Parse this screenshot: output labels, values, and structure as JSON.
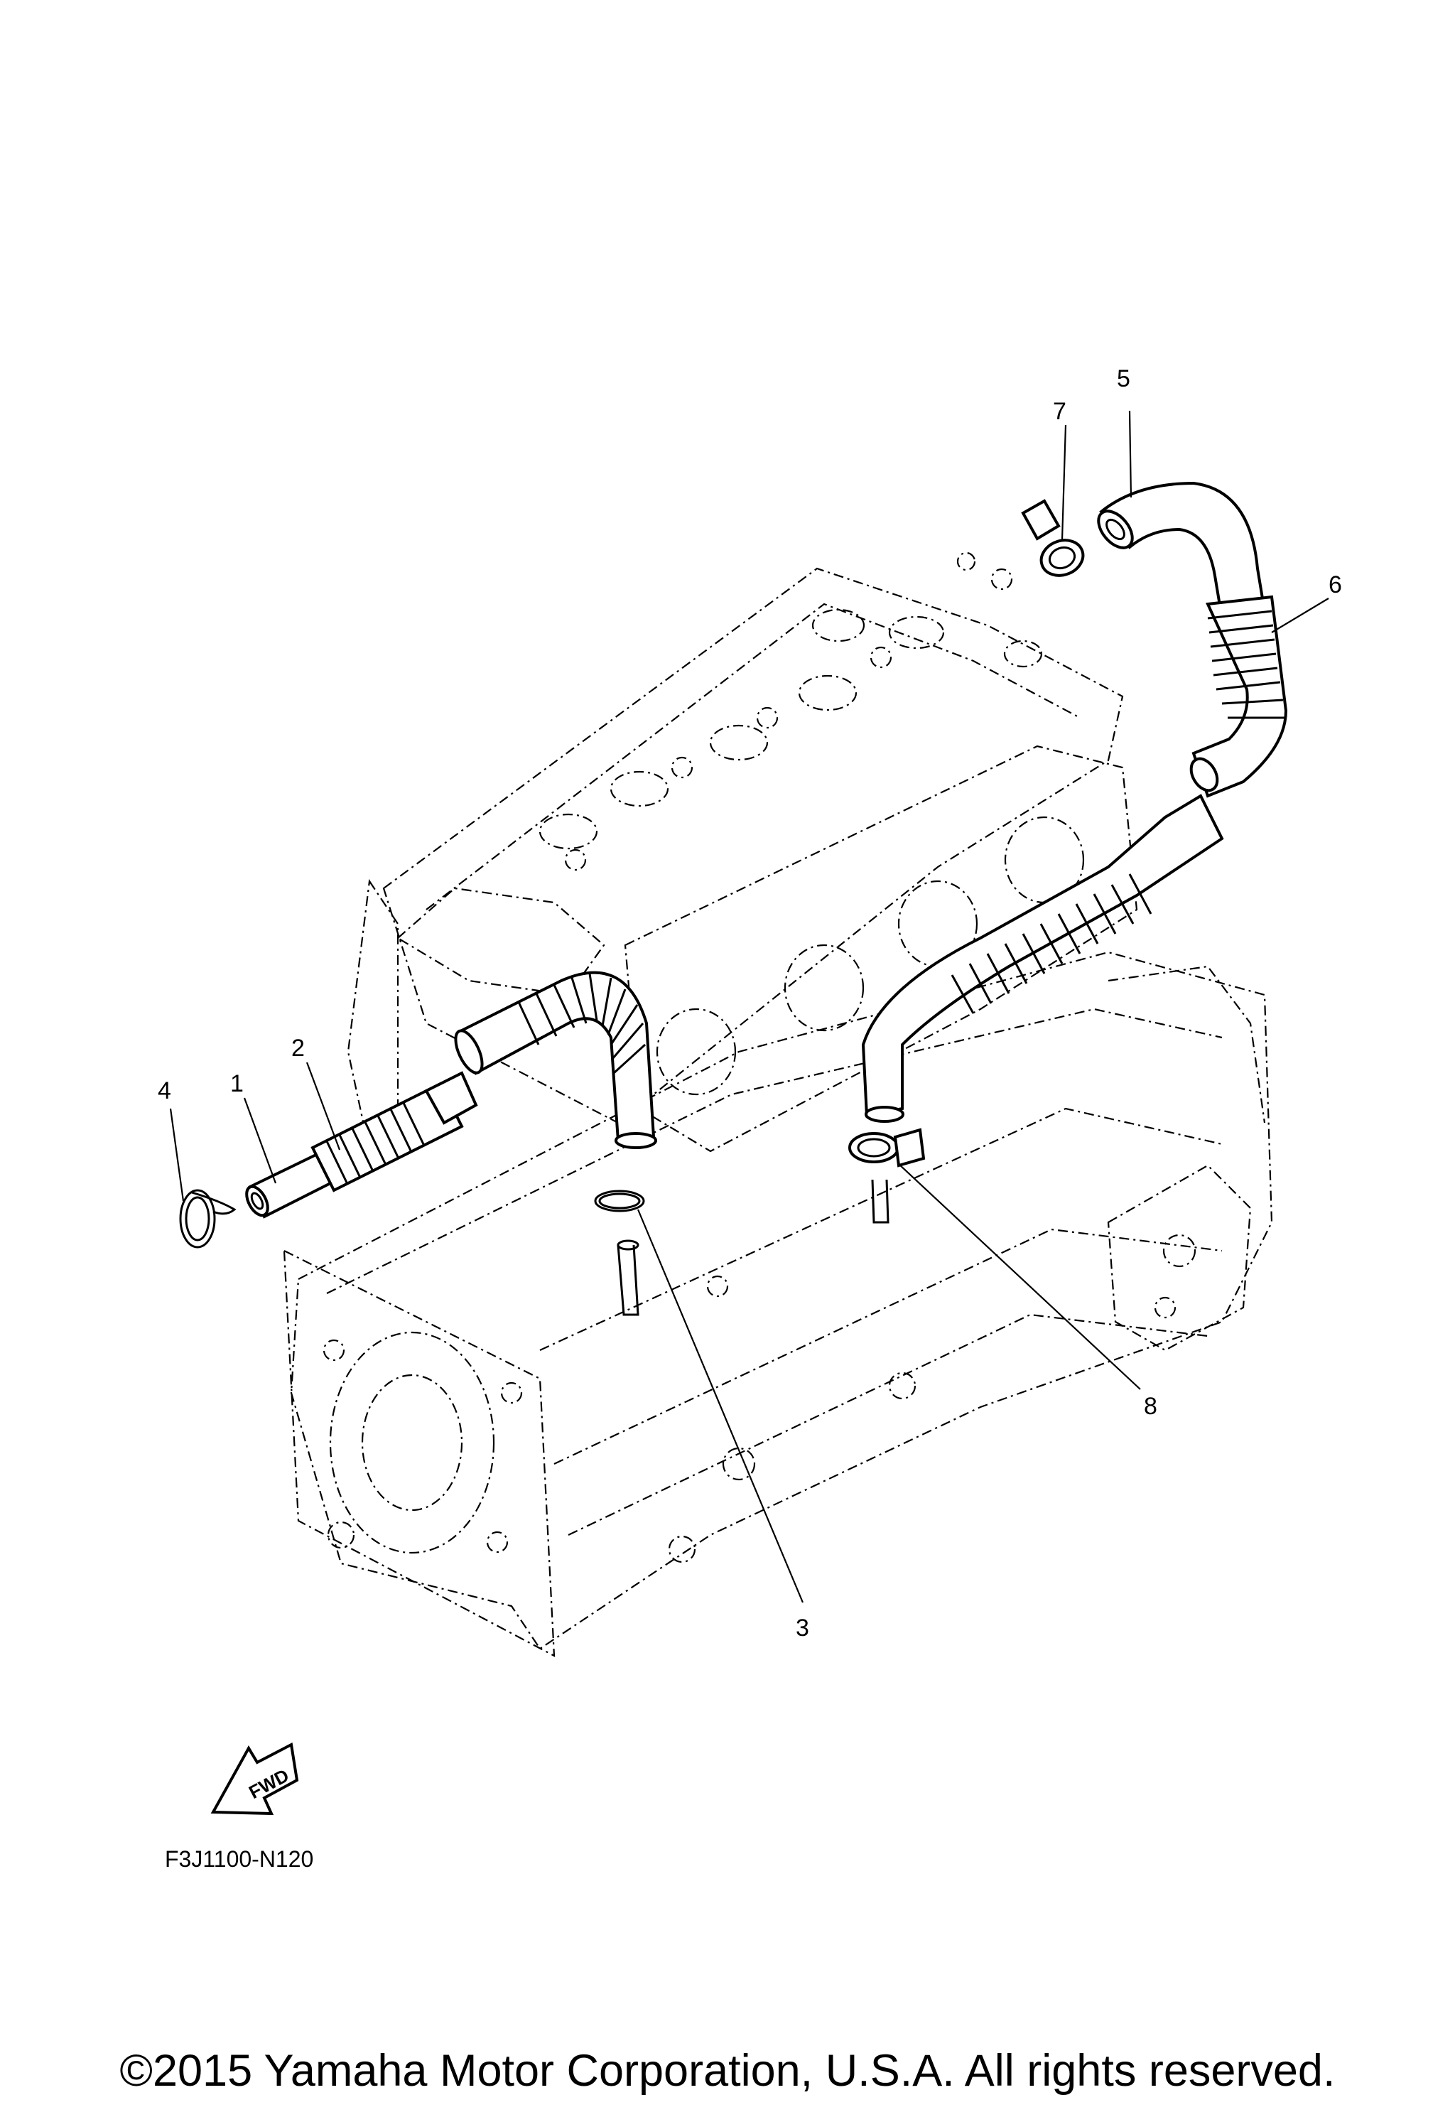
{
  "diagram": {
    "callouts": [
      {
        "id": "1",
        "label": "1"
      },
      {
        "id": "2",
        "label": "2"
      },
      {
        "id": "3",
        "label": "3"
      },
      {
        "id": "4",
        "label": "4"
      },
      {
        "id": "5",
        "label": "5"
      },
      {
        "id": "6",
        "label": "6"
      },
      {
        "id": "7",
        "label": "7"
      },
      {
        "id": "8",
        "label": "8"
      }
    ],
    "fwd_arrow_label": "FWD",
    "figure_code": "F3J1100-N120",
    "copyright": "©2015 Yamaha Motor Corporation, U.S.A. All rights reserved."
  }
}
